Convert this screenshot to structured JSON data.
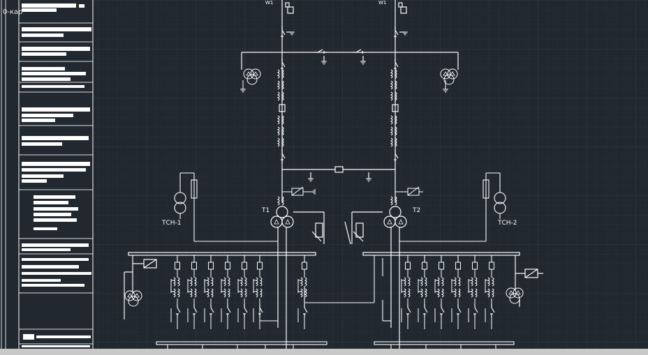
{
  "window": {
    "tab_fragment": "0-кар",
    "background": "#212830",
    "grid_color": "#2b343e",
    "line_color": "#ffffff",
    "bottom_bar_color": "#c8c8c8"
  },
  "diagram": {
    "feeder_left": "W1",
    "feeder_right": "W1",
    "transformer_left": "T1",
    "transformer_right": "T2",
    "aux_left": "ТСН-1",
    "aux_right": "ТСН-2"
  },
  "legend_panel": {
    "row_count": 19,
    "content_state": "redacted"
  }
}
